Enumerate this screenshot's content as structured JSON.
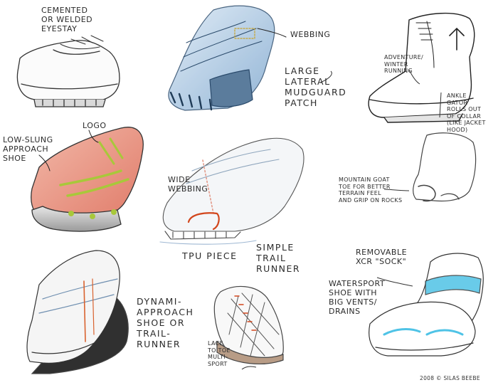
{
  "sketch_sheet": {
    "annotations": {
      "cemented": "CEMENTED\nOR WELDED\nEYESTAY",
      "webbing": "WEBBING",
      "mudguard": "LARGE\nLATERAL\nMUDGUARD\nPATCH",
      "adventure": "ADVENTURE/\nWINTER\nRUNNING",
      "gator": "ANKLE\nGATOR\nROLLS OUT\nOF COLLAR\n(LIKE JACKET\nHOOD)",
      "approach": "LOW-SLUNG\nAPPROACH\nSHOE",
      "logo": "LOGO",
      "wide_webbing": "WIDE\nWEBBING",
      "tpu_piece": "TPU PIECE",
      "trail_runner": "SIMPLE\nTRAIL\nRUNNER",
      "mountain_goat": "MOUNTAIN GOAT\nTOE FOR BETTER\nTERRAIN FEEL\nAND GRIP ON ROCKS",
      "removable": "REMOVABLE\nXCR \"SOCK\"",
      "watersport": "WATERSPORT\nSHOE WITH\nBIG VENTS/\nDRAINS",
      "dynamic": "DYNAMI-\nAPPROACH\nSHOE OR\nTRAIL-\nRUNNER",
      "lace": "LACE\nTO TOE\nMULTI-\nSPORT"
    },
    "copyright": "2008 © SILAS BEEBE"
  }
}
